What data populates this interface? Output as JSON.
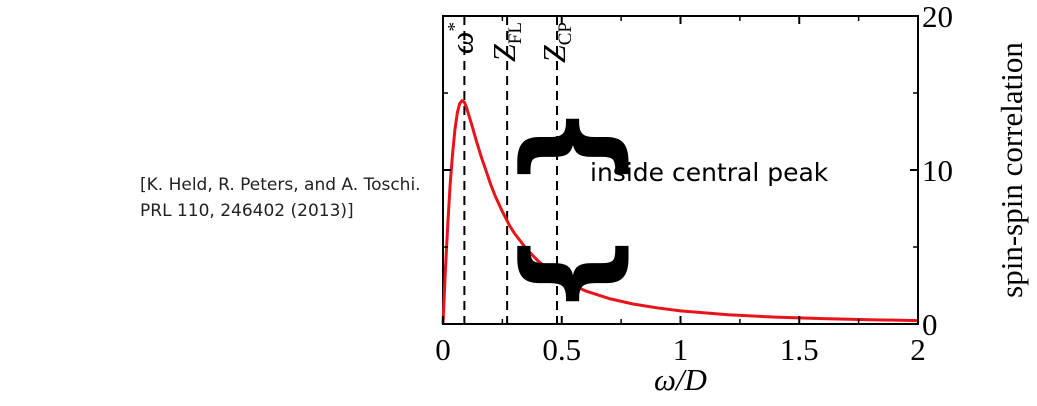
{
  "citation": {
    "line1": "[K. Held, R. Peters, and A. Toschi.",
    "line2": "PRL 110, 246402 (2013)]"
  },
  "chart_data": {
    "type": "line",
    "xlabel": "ω/D",
    "ylabel": "spin-spin correlation",
    "xlim": [
      0,
      2
    ],
    "ylim": [
      0,
      20
    ],
    "x_ticks": [
      0,
      0.5,
      1,
      1.5,
      2
    ],
    "x_tick_labels": [
      "0",
      "0.5",
      "1",
      "1.5",
      "2"
    ],
    "y_ticks": [
      0,
      10,
      20
    ],
    "y_tick_labels": [
      "0",
      "10",
      "20"
    ],
    "y_axis_side": "right",
    "grid": false,
    "series": [
      {
        "color": "#e8141b",
        "x": [
          0,
          0.01,
          0.02,
          0.03,
          0.04,
          0.05,
          0.06,
          0.07,
          0.08,
          0.09,
          0.1,
          0.11,
          0.12,
          0.14,
          0.16,
          0.18,
          0.2,
          0.22,
          0.25,
          0.28,
          0.3,
          0.35,
          0.4,
          0.45,
          0.5,
          0.55,
          0.6,
          0.7,
          0.8,
          0.9,
          1.0,
          1.2,
          1.4,
          1.6,
          1.8,
          2.0
        ],
        "y": [
          0,
          3.5,
          6.5,
          9.0,
          11.0,
          12.6,
          13.7,
          14.3,
          14.5,
          14.4,
          14.0,
          13.5,
          13.0,
          11.9,
          10.9,
          10.0,
          9.1,
          8.3,
          7.3,
          6.4,
          5.9,
          4.9,
          4.1,
          3.45,
          2.9,
          2.5,
          2.15,
          1.65,
          1.3,
          1.05,
          0.85,
          0.6,
          0.45,
          0.35,
          0.28,
          0.22
        ]
      }
    ],
    "markers": [
      {
        "label": "ω",
        "sup": "*",
        "x": 0.09
      },
      {
        "label": "Z",
        "sub": "FL",
        "x": 0.27
      },
      {
        "label": "Z",
        "sub": "CP",
        "x": 0.48
      }
    ],
    "annotation": "inside central peak",
    "brace": "{ }"
  }
}
